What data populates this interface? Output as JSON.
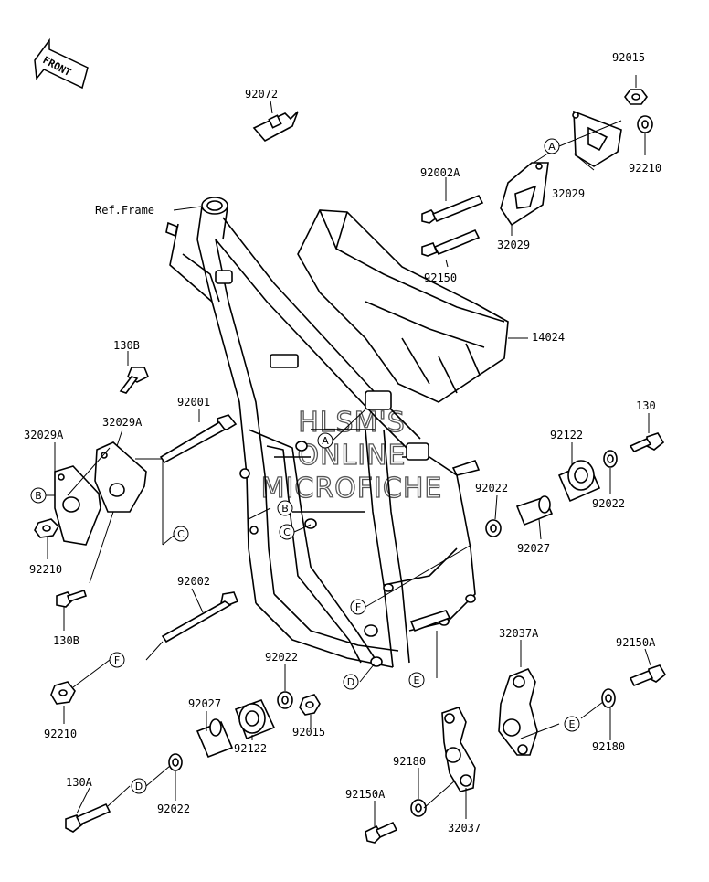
{
  "front_label": "FRONT",
  "watermark": [
    "HLSM'S",
    "ONLINE",
    "MICROFICHE"
  ],
  "part_labels": {
    "p92015_top": "92015",
    "p92072": "92072",
    "p92002A": "92002A",
    "p92210_top": "92210",
    "p32029_right": "32029",
    "p32029_left": "32029",
    "p92150": "92150",
    "ref_frame": "Ref.Frame",
    "p14024": "14024",
    "p130B_top": "130B",
    "p92001": "92001",
    "p32029A_left": "32029A",
    "p32029A_right": "32029A",
    "p92210_mid": "92210",
    "p130_right": "130",
    "p92122_right": "92122",
    "p92022_right": "92022",
    "p92022_mid": "92022",
    "p92027_right": "92027",
    "p92002": "92002",
    "p130B_bot": "130B",
    "p92210_bot": "92210",
    "p92022_center": "92022",
    "p92027_left": "92027",
    "p92015_bot": "92015",
    "p92122_left": "92122",
    "p32037A": "32037A",
    "p92150A_right": "92150A",
    "p92180_right": "92180",
    "p92180_left": "92180",
    "p130A": "130A",
    "p92022_bot": "92022",
    "p92150A_left": "92150A",
    "p32037": "32037"
  },
  "callouts": [
    "A",
    "B",
    "C",
    "D",
    "E",
    "F"
  ]
}
